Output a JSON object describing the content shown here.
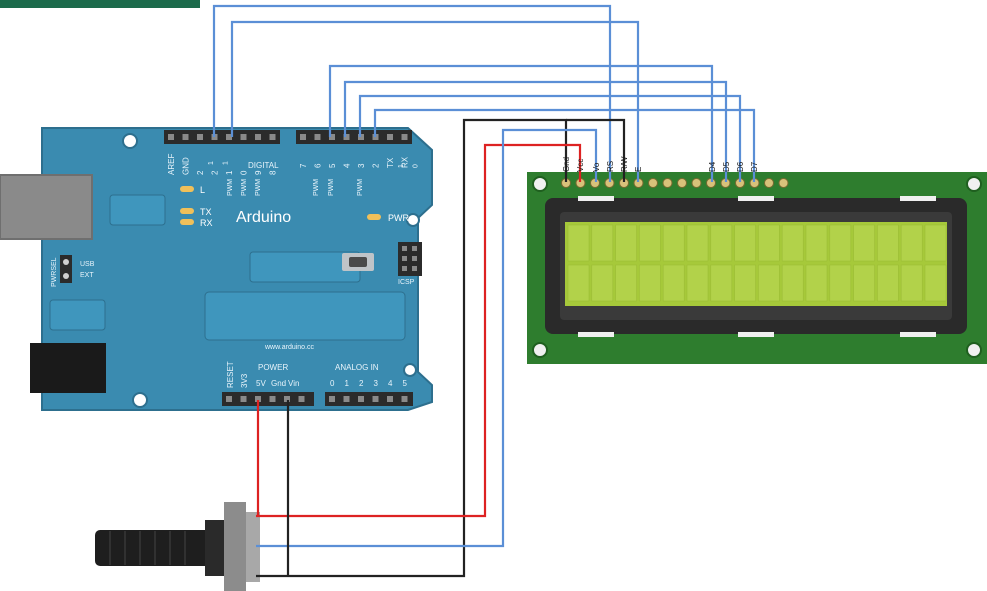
{
  "colors": {
    "board": "#3a8bb0",
    "board_edge": "#2d6f8e",
    "header": "#2b2b2b",
    "pcb": "#2e7d2e",
    "lcd_bezel": "#2a2a2a",
    "lcd_screen": "#a6c93a",
    "wire_blue": "#5b8fd6",
    "wire_red": "#dd2222",
    "wire_black": "#222222",
    "led": "#f0c05a",
    "usb": "#8a8a8a",
    "jack": "#1a1a1a"
  },
  "arduino": {
    "logo": "Arduino",
    "url": "www.arduino.cc",
    "digital_label": "DIGITAL",
    "power_label": "POWER",
    "analog_label": "ANALOG IN",
    "icsp_label": "ICSP",
    "pwr_label": "PWR",
    "l_label": "L",
    "tx_label": "TX",
    "rx_label": "RX",
    "pwrsel_label": "PWRSEL",
    "usb_label": "USB",
    "ext_label": "EXT",
    "top_left_pins": [
      "AREF",
      "GND",
      "2",
      "2",
      "1",
      "0",
      "9",
      "8"
    ],
    "top_left_sub": [
      "",
      "",
      "1",
      "1",
      "",
      "",
      "",
      ""
    ],
    "top_right_pins": [
      "7",
      "6",
      "5",
      "4",
      "3",
      "2",
      "TX",
      "RX"
    ],
    "top_right_sub": [
      "",
      "",
      "",
      "",
      "",
      "",
      "1",
      "0"
    ],
    "pwm_labels": [
      "PWM",
      "PWM",
      "PWM",
      "PWM",
      "PWM",
      "PWM"
    ],
    "power_pins": [
      "RESET",
      "3V3",
      "5V",
      "Gnd",
      "Vin"
    ],
    "analog_pins": [
      "0",
      "1",
      "2",
      "3",
      "4",
      "5"
    ]
  },
  "lcd": {
    "pin_labels": [
      "Gnd",
      "Vcc",
      "Vo",
      "RS",
      "R/W",
      "E",
      "D4",
      "D5",
      "D6",
      "D7"
    ]
  }
}
